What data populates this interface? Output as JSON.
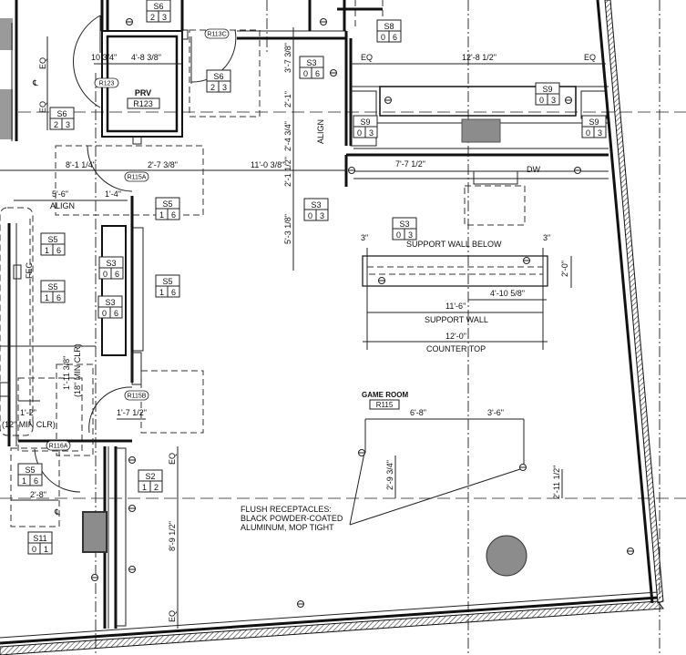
{
  "drawing": {
    "rooms": [
      {
        "name": "PRV",
        "number": "R123"
      },
      {
        "name": "GAME ROOM",
        "number": "R115"
      }
    ],
    "door_tags": [
      "R113C",
      "R123",
      "R115A",
      "R115B",
      "R116A"
    ],
    "tags": [
      {
        "code": "S6",
        "a": "2",
        "b": "3"
      },
      {
        "code": "S6",
        "a": "2",
        "b": "3"
      },
      {
        "code": "S6",
        "a": "2",
        "b": "3"
      },
      {
        "code": "S8",
        "a": "0",
        "b": "6"
      },
      {
        "code": "S3",
        "a": "0",
        "b": "6"
      },
      {
        "code": "S9",
        "a": "0",
        "b": "3"
      },
      {
        "code": "S9",
        "a": "0",
        "b": "3"
      },
      {
        "code": "S9",
        "a": "0",
        "b": "3"
      },
      {
        "code": "S3",
        "a": "0",
        "b": "3"
      },
      {
        "code": "S5",
        "a": "1",
        "b": "6"
      },
      {
        "code": "S3",
        "a": "0",
        "b": "3"
      },
      {
        "code": "S5",
        "a": "1",
        "b": "6"
      },
      {
        "code": "S3",
        "a": "0",
        "b": "6"
      },
      {
        "code": "S5",
        "a": "1",
        "b": "6"
      },
      {
        "code": "S5",
        "a": "1",
        "b": "6"
      },
      {
        "code": "S3",
        "a": "0",
        "b": "6"
      },
      {
        "code": "S2",
        "a": "1",
        "b": "2"
      },
      {
        "code": "S5",
        "a": "1",
        "b": "6"
      },
      {
        "code": "S11",
        "a": "0",
        "b": "1"
      }
    ],
    "dimensions": [
      "10 3/4\"",
      "4'-8 3/8\"",
      "EQ",
      "EQ",
      "8'-1 1/4\"",
      "2'-7 3/8\"",
      "11'-0 3/8\"",
      "5'-6\"",
      "1'-4\"",
      "3'-7 3/8\"",
      "2'-1\"",
      "2'-4 3/4\"",
      "2'-1 1/2\"",
      "5'-3 1/8\"",
      "EQ",
      "12'-8 1/2\"",
      "EQ",
      "7'-7 1/2\"",
      "3\"",
      "3\"",
      "2'-0\"",
      "4'-10 5/8\"",
      "11'-6\"",
      "12'-0\"",
      "1'-11 3/8\"",
      "(18\" MIN CLR)",
      "1'-2\"",
      "(12\" MIN CLR)",
      "1'-7 1/2\"",
      "2'-8\"",
      "EQ",
      "8'-9 1/2\"",
      "EQ",
      "6'-8\"",
      "3'-6\"",
      "2'-9 3/4\"",
      "2'-11 1/2\""
    ],
    "notes": {
      "align_1": "ALIGN",
      "align_2": "ALIGN",
      "dw": "DW",
      "support_wall_below": "SUPPORT WALL BELOW",
      "support_wall": "SUPPORT WALL",
      "counter_top": "COUNTER TOP",
      "fec": "FEC",
      "cl_1": "℄",
      "cl_2": "℄",
      "flush_1": "FLUSH RECEPTACLES:",
      "flush_2": "BLACK POWDER-COATED",
      "flush_3": "ALUMINUM, MOP TIGHT"
    },
    "colors": {
      "line": "#111111",
      "fill_gray": "#8c8c8c"
    }
  }
}
